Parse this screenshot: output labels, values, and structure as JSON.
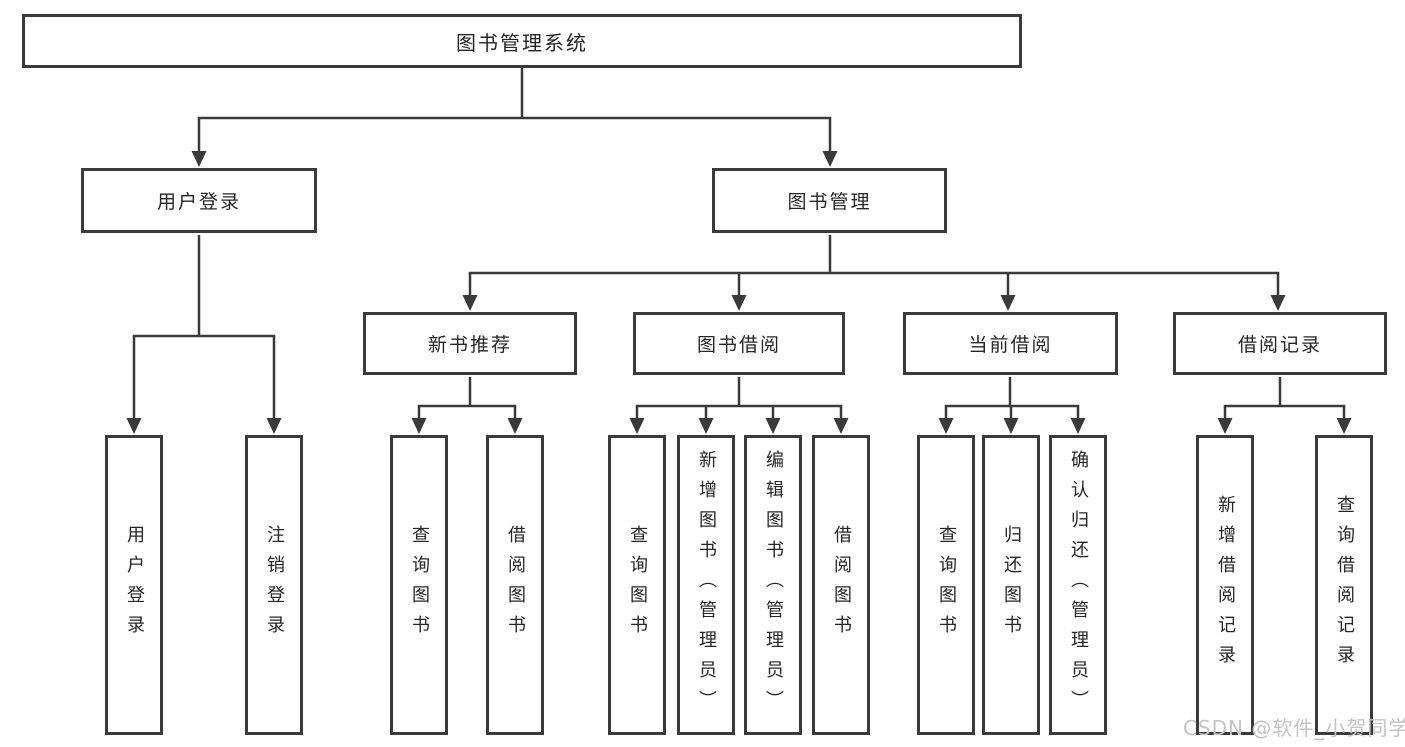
{
  "tree": {
    "label": "图书管理系统",
    "children": [
      {
        "label": "用户登录",
        "children": [
          {
            "label": "用户登录"
          },
          {
            "label": "注销登录"
          }
        ]
      },
      {
        "label": "图书管理",
        "children": [
          {
            "label": "新书推荐",
            "children": [
              {
                "label": "查询图书"
              },
              {
                "label": "借阅图书"
              }
            ]
          },
          {
            "label": "图书借阅",
            "children": [
              {
                "label": "查询图书"
              },
              {
                "label": "新增图书（管理员）"
              },
              {
                "label": "编辑图书（管理员）"
              },
              {
                "label": "借阅图书"
              }
            ]
          },
          {
            "label": "当前借阅",
            "children": [
              {
                "label": "查询图书"
              },
              {
                "label": "归还图书"
              },
              {
                "label": "确认归还（管理员）"
              }
            ]
          },
          {
            "label": "借阅记录",
            "children": [
              {
                "label": "新增借阅记录"
              },
              {
                "label": "查询借阅记录"
              }
            ]
          }
        ]
      }
    ]
  },
  "watermark": {
    "text": "CSDN @软件_小贺同学"
  },
  "colors": {
    "line": "#3a3a3a",
    "text": "#262626",
    "watermark": "#c3c3c3"
  }
}
